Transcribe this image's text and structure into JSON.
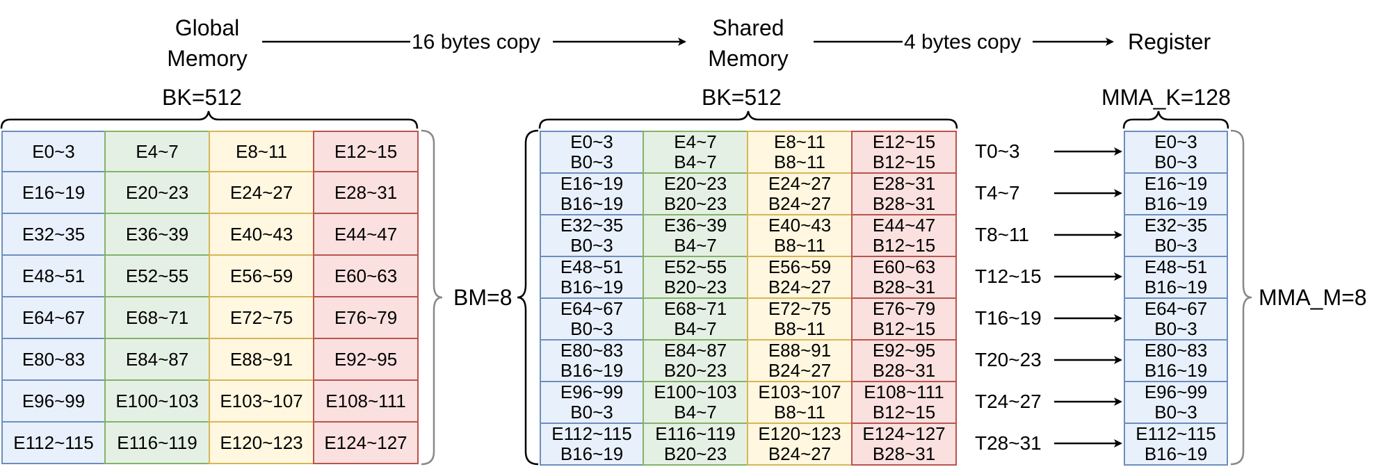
{
  "title_row": {
    "global_memory": [
      "Global",
      "Memory"
    ],
    "shared_memory": [
      "Shared",
      "Memory"
    ],
    "register": "Register",
    "copy_global_to_shared": "16 bytes copy",
    "copy_shared_to_register": "4 bytes copy"
  },
  "global_block": {
    "top_label": "BK=512",
    "side_label": "BM=8",
    "rows": [
      [
        "E0~3",
        "E4~7",
        "E8~11",
        "E12~15"
      ],
      [
        "E16~19",
        "E20~23",
        "E24~27",
        "E28~31"
      ],
      [
        "E32~35",
        "E36~39",
        "E40~43",
        "E44~47"
      ],
      [
        "E48~51",
        "E52~55",
        "E56~59",
        "E60~63"
      ],
      [
        "E64~67",
        "E68~71",
        "E72~75",
        "E76~79"
      ],
      [
        "E80~83",
        "E84~87",
        "E88~91",
        "E92~95"
      ],
      [
        "E96~99",
        "E100~103",
        "E103~107",
        "E108~111"
      ],
      [
        "E112~115",
        "E116~119",
        "E120~123",
        "E124~127"
      ]
    ]
  },
  "shared_block": {
    "top_label": "BK=512",
    "rows": [
      [
        [
          "E0~3",
          "B0~3"
        ],
        [
          "E4~7",
          "B4~7"
        ],
        [
          "E8~11",
          "B8~11"
        ],
        [
          "E12~15",
          "B12~15"
        ]
      ],
      [
        [
          "E16~19",
          "B16~19"
        ],
        [
          "E20~23",
          "B20~23"
        ],
        [
          "E24~27",
          "B24~27"
        ],
        [
          "E28~31",
          "B28~31"
        ]
      ],
      [
        [
          "E32~35",
          "B0~3"
        ],
        [
          "E36~39",
          "B4~7"
        ],
        [
          "E40~43",
          "B8~11"
        ],
        [
          "E44~47",
          "B12~15"
        ]
      ],
      [
        [
          "E48~51",
          "B16~19"
        ],
        [
          "E52~55",
          "B20~23"
        ],
        [
          "E56~59",
          "B24~27"
        ],
        [
          "E60~63",
          "B28~31"
        ]
      ],
      [
        [
          "E64~67",
          "B0~3"
        ],
        [
          "E68~71",
          "B4~7"
        ],
        [
          "E72~75",
          "B8~11"
        ],
        [
          "E76~79",
          "B12~15"
        ]
      ],
      [
        [
          "E80~83",
          "B16~19"
        ],
        [
          "E84~87",
          "B20~23"
        ],
        [
          "E88~91",
          "B24~27"
        ],
        [
          "E92~95",
          "B28~31"
        ]
      ],
      [
        [
          "E96~99",
          "B0~3"
        ],
        [
          "E100~103",
          "B4~7"
        ],
        [
          "E103~107",
          "B8~11"
        ],
        [
          "E108~111",
          "B12~15"
        ]
      ],
      [
        [
          "E112~115",
          "B16~19"
        ],
        [
          "E116~119",
          "B20~23"
        ],
        [
          "E120~123",
          "B24~27"
        ],
        [
          "E124~127",
          "B28~31"
        ]
      ]
    ]
  },
  "threads": [
    "T0~3",
    "T4~7",
    "T8~11",
    "T12~15",
    "T16~19",
    "T20~23",
    "T24~27",
    "T28~31"
  ],
  "register_block": {
    "top_label": "MMA_K=128",
    "side_label": "MMA_M=8",
    "rows": [
      [
        "E0~3",
        "B0~3"
      ],
      [
        "E16~19",
        "B16~19"
      ],
      [
        "E32~35",
        "B0~3"
      ],
      [
        "E48~51",
        "B16~19"
      ],
      [
        "E64~67",
        "B0~3"
      ],
      [
        "E80~83",
        "B16~19"
      ],
      [
        "E96~99",
        "B0~3"
      ],
      [
        "E112~115",
        "B16~19"
      ]
    ]
  }
}
